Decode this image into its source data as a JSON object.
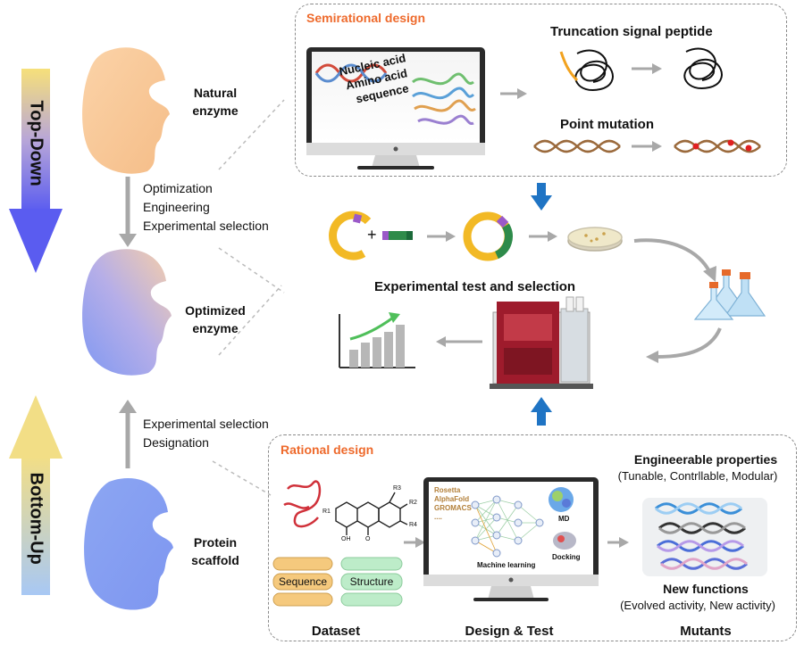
{
  "left": {
    "top_down": "Top-Down",
    "bottom_up": "Bottom-Up",
    "natural_enzyme": [
      "Natural",
      "enzyme"
    ],
    "optimized_enzyme": [
      "Optimized",
      "enzyme"
    ],
    "protein_scaffold": [
      "Protein",
      "scaffold"
    ],
    "top_methods": [
      "Optimization",
      "Engineering",
      "Experimental selection"
    ],
    "bottom_methods": [
      "Experimental selection",
      "Designation"
    ]
  },
  "semirational": {
    "title": "Semirational design",
    "screen_lines": [
      "Nucleic acid",
      "Amino acid",
      "sequence"
    ],
    "truncation": "Truncation signal peptide",
    "point_mutation": "Point mutation"
  },
  "middle": {
    "title": "Experimental test and selection",
    "plus": "+"
  },
  "rational": {
    "title": "Rational design",
    "engineerable_title": "Engineerable properties",
    "engineerable_sub": "(Tunable, Contrllable, Modular)",
    "new_functions_title": "New functions",
    "new_functions_sub": "(Evolved activity, New activity)",
    "tools": [
      "Rosetta",
      "AlphaFold",
      "GROMACS",
      "...."
    ],
    "ml_label": "Machine learning",
    "md_label": "MD",
    "docking_label": "Docking",
    "sequence_label": "Sequence",
    "structure_label": "Structure",
    "mol_labels": [
      "R1",
      "OH",
      "O",
      "R3",
      "R2",
      "R4"
    ],
    "dataset": "Dataset",
    "design_test": "Design & Test",
    "mutants": "Mutants"
  },
  "colors": {
    "accent_orange": "#ee6a2c",
    "arrow_gray": "#a8a8a8",
    "arrow_blue": "#1f74c4",
    "mutation_red": "#e02020",
    "helix_brown": "#9b6a3c",
    "enzyme_orange": "#f7c79a",
    "enzyme_blue": "#8aa2f0"
  }
}
